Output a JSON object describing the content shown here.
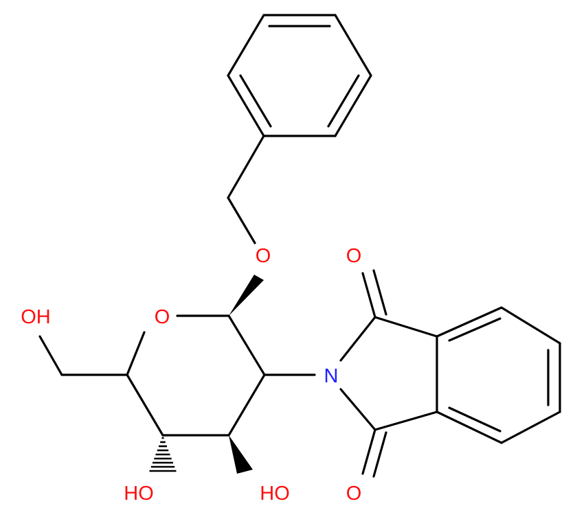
{
  "atom_labels": {
    "ring_oxygen": "O",
    "ether_oxygen": "O",
    "nitrogen": "N",
    "carbonyl_top": "O",
    "carbonyl_bottom": "O",
    "hydroxymethyl": "OH",
    "hydroxyl_c4": "HO",
    "hydroxyl_c3": "HO"
  },
  "colors": {
    "bond": "#000000",
    "oxygen": "#ff0d0d",
    "nitrogen": "#2020ff"
  }
}
